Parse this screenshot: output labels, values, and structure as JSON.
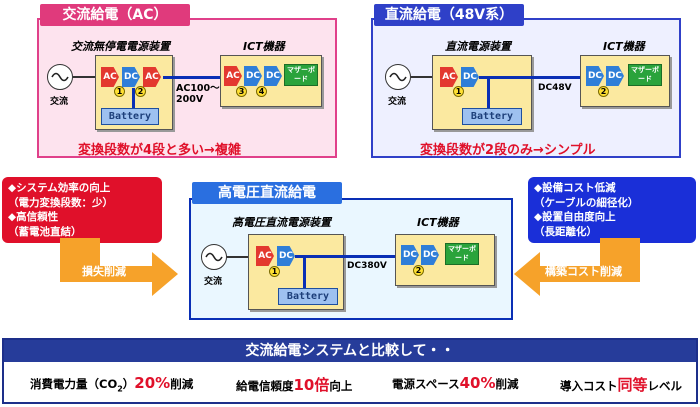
{
  "ac_panel": {
    "title": "交流給電（AC）",
    "source_label": "交流",
    "device_label": "交流無停電電源装置",
    "ict_label": "ICT機器",
    "converters": [
      "AC",
      "DC",
      "AC"
    ],
    "ict_converters": [
      "AC",
      "DC",
      "DC"
    ],
    "motherboard": "マザーボード",
    "voltage": "AC100〜200V",
    "battery": "Battery",
    "nums": [
      "1",
      "2",
      "3",
      "4"
    ],
    "summary": "変換段数が4段と多い→複雑"
  },
  "dc_panel": {
    "title": "直流給電（48V系）",
    "source_label": "交流",
    "device_label": "直流電源装置",
    "ict_label": "ICT機器",
    "converters": [
      "AC",
      "DC"
    ],
    "ict_converters": [
      "DC",
      "DC"
    ],
    "motherboard": "マザーボード",
    "voltage": "DC48V",
    "battery": "Battery",
    "nums": [
      "1",
      "2"
    ],
    "summary": "変換段数が2段のみ→シンプル"
  },
  "hvdc_panel": {
    "title": "高電圧直流給電",
    "source_label": "交流",
    "device_label": "高電圧直流電源装置",
    "ict_label": "ICT機器",
    "converters": [
      "AC",
      "DC"
    ],
    "ict_converters": [
      "DC",
      "DC"
    ],
    "motherboard": "マザーボード",
    "voltage": "DC380V",
    "battery": "Battery",
    "nums": [
      "1",
      "2"
    ]
  },
  "left_benefits": {
    "lines": [
      "◆システム効率の向上",
      "（電力変換段数：少）",
      "◆高信頼性",
      "（蓄電池直結）"
    ],
    "arrow_label": "損失削減"
  },
  "right_benefits": {
    "lines": [
      "◆設備コスト低減",
      "（ケーブルの細径化）",
      "◆設置自由度向上",
      "（長距離化）"
    ],
    "arrow_label": "構築コスト削減"
  },
  "comparison": {
    "title": "交流給電システムと比較して・・",
    "items": [
      {
        "prefix": "消費電力量（CO",
        "sub": "2",
        "mid": "）",
        "highlight": "20%",
        "suffix": "削減"
      },
      {
        "prefix": "給電信頼度",
        "highlight": "10倍",
        "suffix": "向上"
      },
      {
        "prefix": "電源スペース",
        "highlight": "40%",
        "suffix": "削減"
      },
      {
        "prefix": "導入コスト",
        "highlight": "同等",
        "suffix": "レベル"
      }
    ]
  },
  "colors": {
    "ac_panel_bg": "#fde3ee",
    "ac_panel_border": "#e0408a",
    "dc_panel_bg": "#eef0ff",
    "dc_panel_border": "#3040c8",
    "hvdc_panel_bg": "#eaf7ff",
    "hvdc_panel_border": "#0a2fb5",
    "left_box": "#e0102a",
    "right_box": "#1a2fd8",
    "arrow_orange": "#f6a22a"
  }
}
